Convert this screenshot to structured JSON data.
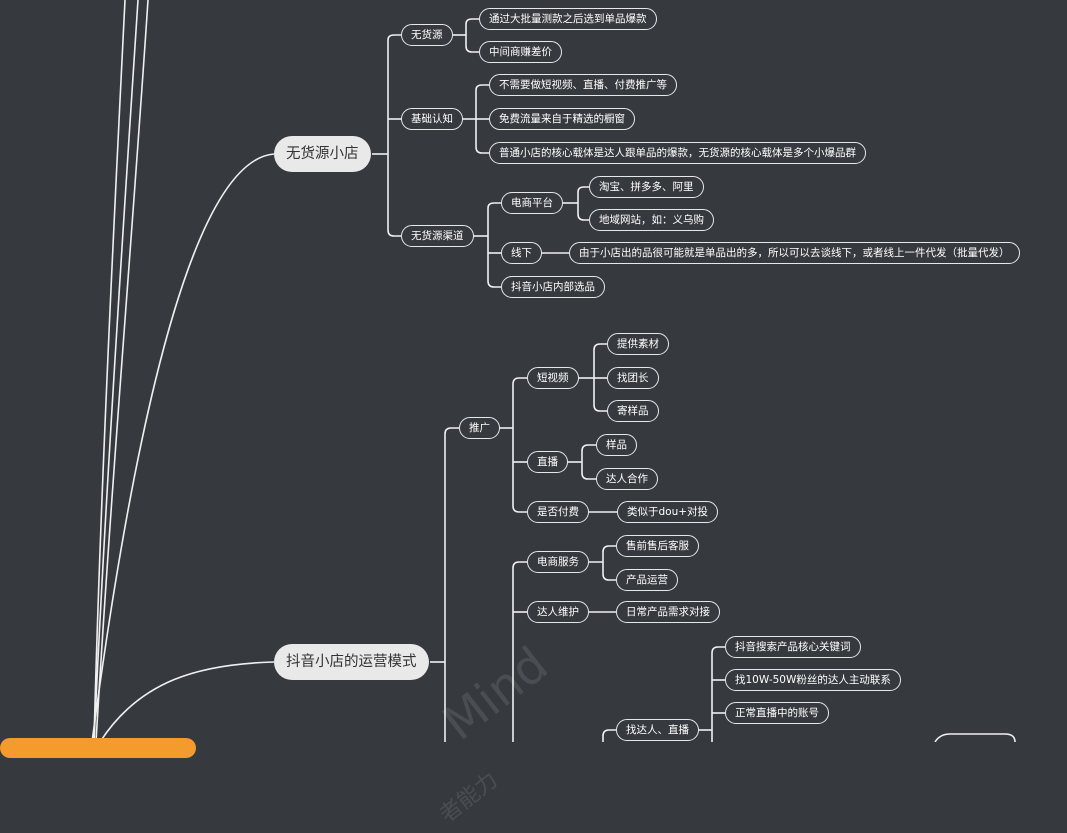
{
  "watermark": {
    "text": "Mind",
    "subtext": "者能力"
  },
  "branches": {
    "wuhuoyuan": {
      "label": "无货源小店",
      "wuhuoyuan": {
        "label": "无货源",
        "items": [
          "通过大批量测款之后选到单品爆款",
          "中间商赚差价"
        ]
      },
      "jichu": {
        "label": "基础认知",
        "items": [
          "不需要做短视频、直播、付费推广等",
          "免费流量来自于精选的橱窗",
          "普通小店的核心载体是达人跟单品的爆款，无货源的核心载体是多个小爆品群"
        ]
      },
      "qudao": {
        "label": "无货源渠道",
        "dianshang": {
          "label": "电商平台",
          "items": [
            "淘宝、拼多多、阿里",
            "地域网站，如：义乌购"
          ]
        },
        "xianxia": {
          "label": "线下",
          "items": [
            "由于小店出的品很可能就是单品出的多，所以可以去谈线下，或者线上一件代发（批量代发）"
          ]
        },
        "neibu": {
          "label": "抖音小店内部选品"
        }
      }
    },
    "yunying": {
      "label": "抖音小店的运营模式",
      "tuiguang": {
        "label": "推广",
        "duanshipin": {
          "label": "短视频",
          "items": [
            "提供素材",
            "找团长",
            "寄样品"
          ]
        },
        "zhibo": {
          "label": "直播",
          "items": [
            "样品",
            "达人合作"
          ]
        },
        "fufei": {
          "label": "是否付费",
          "items": [
            "类似于dou+对投"
          ]
        }
      },
      "dianshangfuwu": {
        "label": "电商服务",
        "items": [
          "售前售后客服",
          "产品运营"
        ]
      },
      "darenweihu": {
        "label": "达人维护",
        "items": [
          "日常产品需求对接"
        ]
      },
      "zhaodaren": {
        "label": "找达人、直播",
        "items": [
          "抖音搜索产品核心关键词",
          "找10W-50W粉丝的达人主动联系",
          "正常直播中的账号"
        ]
      }
    }
  }
}
